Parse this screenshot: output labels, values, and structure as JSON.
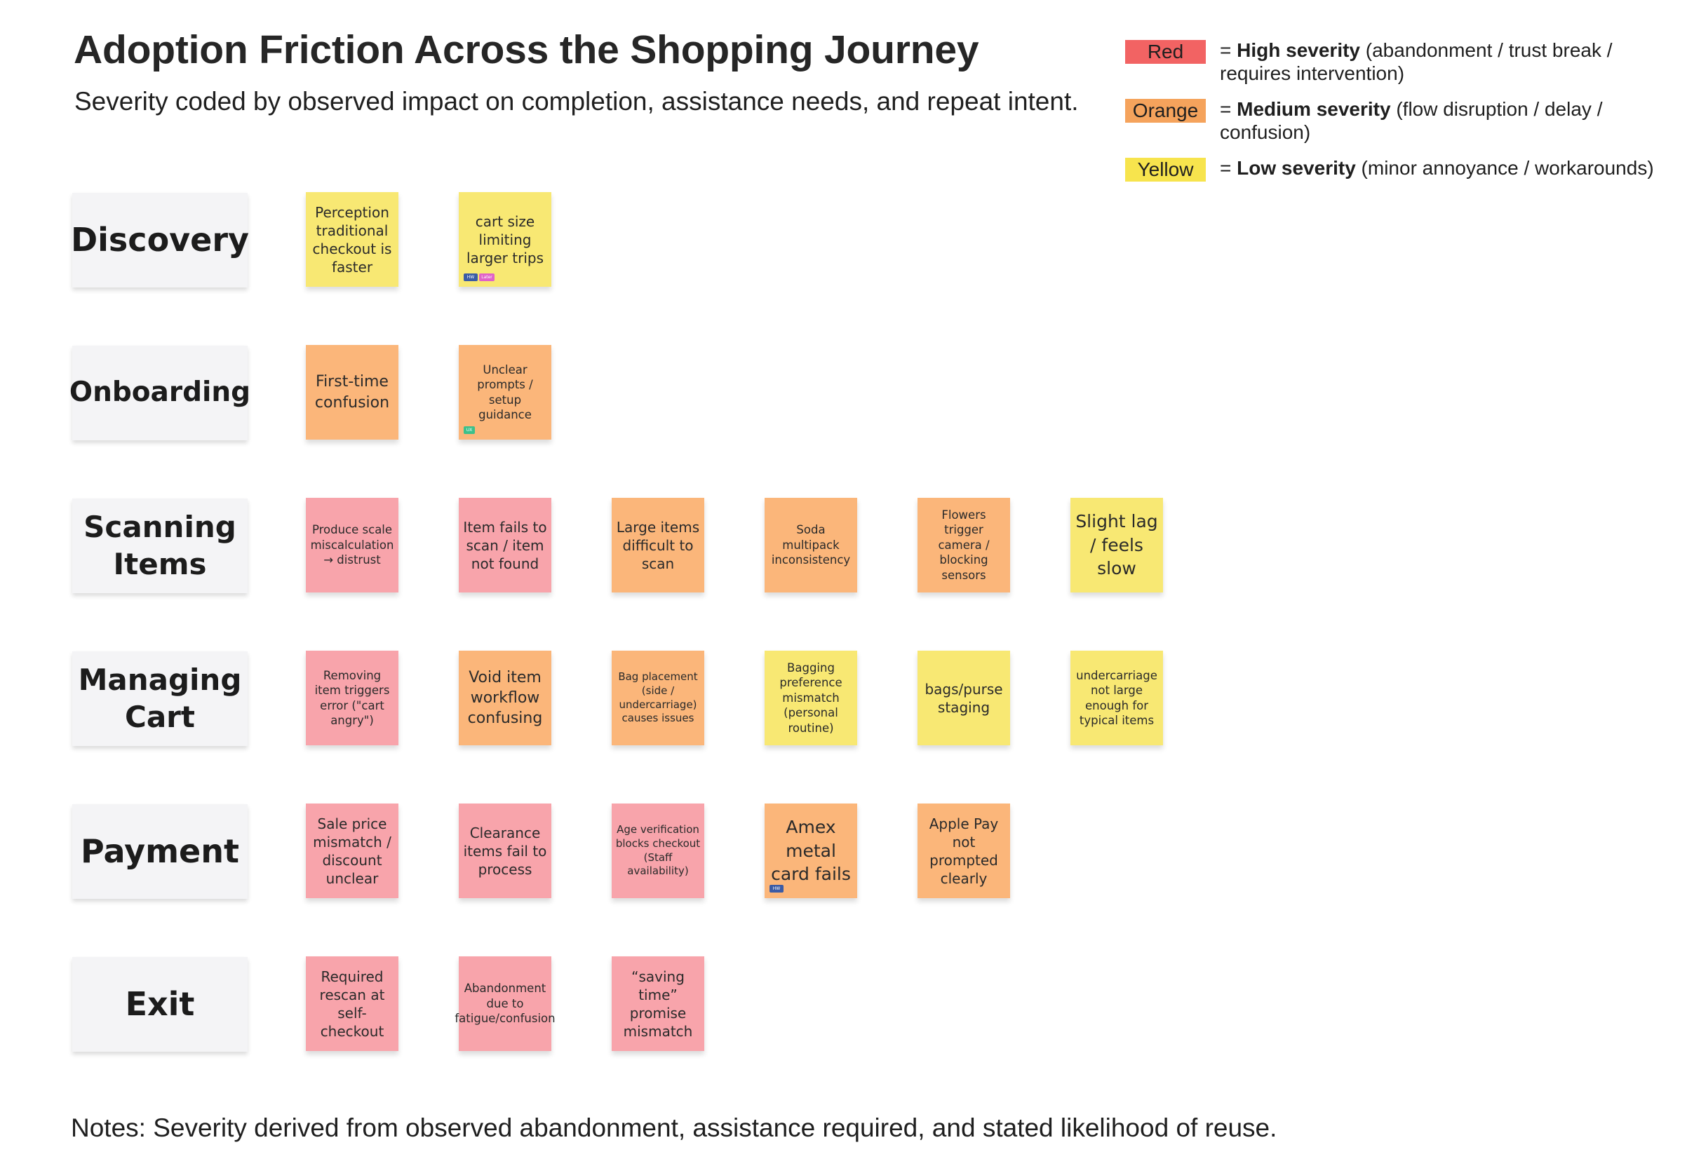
{
  "header": {
    "title": "Adoption Friction Across the Shopping Journey",
    "subtitle": "Severity coded by observed impact on completion, assistance needs, and repeat intent."
  },
  "legend": [
    {
      "swatch": "Red",
      "color": "#f26363",
      "bold": "High severity",
      "rest": " (abandonment / trust break / requires intervention)"
    },
    {
      "swatch": "Orange",
      "color": "#f5a35c",
      "bold": "Medium severity",
      "rest": " (flow disruption / delay / confusion)"
    },
    {
      "swatch": "Yellow",
      "color": "#f7e44d",
      "bold": "Low severity",
      "rest": " (minor annoyance / workarounds)"
    }
  ],
  "legend_prefix": "= ",
  "stages": [
    {
      "label": "Discovery"
    },
    {
      "label": "Onboarding"
    },
    {
      "label": "Scanning Items"
    },
    {
      "label": "Managing Cart"
    },
    {
      "label": "Payment"
    },
    {
      "label": "Exit"
    }
  ],
  "notes": [
    [
      {
        "text": "Perception traditional checkout is faster",
        "severity": "yellow"
      },
      {
        "text": "cart size limiting larger trips",
        "severity": "yellow",
        "tags": [
          {
            "label": "HW",
            "color": "#3b5ba5"
          },
          {
            "label": "Later",
            "color": "#e062c8"
          }
        ]
      }
    ],
    [
      {
        "text": "First-time confusion",
        "severity": "orange"
      },
      {
        "text": "Unclear prompts / setup guidance",
        "severity": "orange",
        "tags": [
          {
            "label": "UX",
            "color": "#3cc08a"
          }
        ]
      }
    ],
    [
      {
        "text": "Produce scale miscalculation → distrust",
        "severity": "red"
      },
      {
        "text": "Item fails to scan / item not found",
        "severity": "red"
      },
      {
        "text": "Large items difficult to scan",
        "severity": "orange"
      },
      {
        "text": "Soda multipack inconsistency",
        "severity": "orange"
      },
      {
        "text": "Flowers trigger camera / blocking sensors",
        "severity": "orange"
      },
      {
        "text": "Slight lag / feels slow",
        "severity": "yellow"
      }
    ],
    [
      {
        "text": "Removing item triggers error (\"cart angry\")",
        "severity": "red"
      },
      {
        "text": "Void item workflow confusing",
        "severity": "orange"
      },
      {
        "text": "Bag placement (side / undercarriage) causes issues",
        "severity": "orange"
      },
      {
        "text": "Bagging preference mismatch (personal routine)",
        "severity": "yellow"
      },
      {
        "text": "bags/purse staging",
        "severity": "yellow"
      },
      {
        "text": "undercarriage not large enough for typical items",
        "severity": "yellow"
      }
    ],
    [
      {
        "text": "Sale price mismatch / discount unclear",
        "severity": "red"
      },
      {
        "text": "Clearance items fail to process",
        "severity": "red"
      },
      {
        "text": "Age verification blocks checkout (Staff availability)",
        "severity": "red"
      },
      {
        "text": "Amex metal card fails",
        "severity": "orange",
        "tags": [
          {
            "label": "HW",
            "color": "#3b5ba5"
          }
        ]
      },
      {
        "text": "Apple Pay not prompted clearly",
        "severity": "orange"
      }
    ],
    [
      {
        "text": "Required rescan at self-checkout",
        "severity": "red"
      },
      {
        "text": "Abandonment due to fatigue/confusion",
        "severity": "red"
      },
      {
        "text": "“saving time” promise mismatch",
        "severity": "red"
      }
    ]
  ],
  "footer": {
    "notes": "Notes: Severity derived from observed abandonment, assistance required, and stated likelihood of reuse."
  }
}
